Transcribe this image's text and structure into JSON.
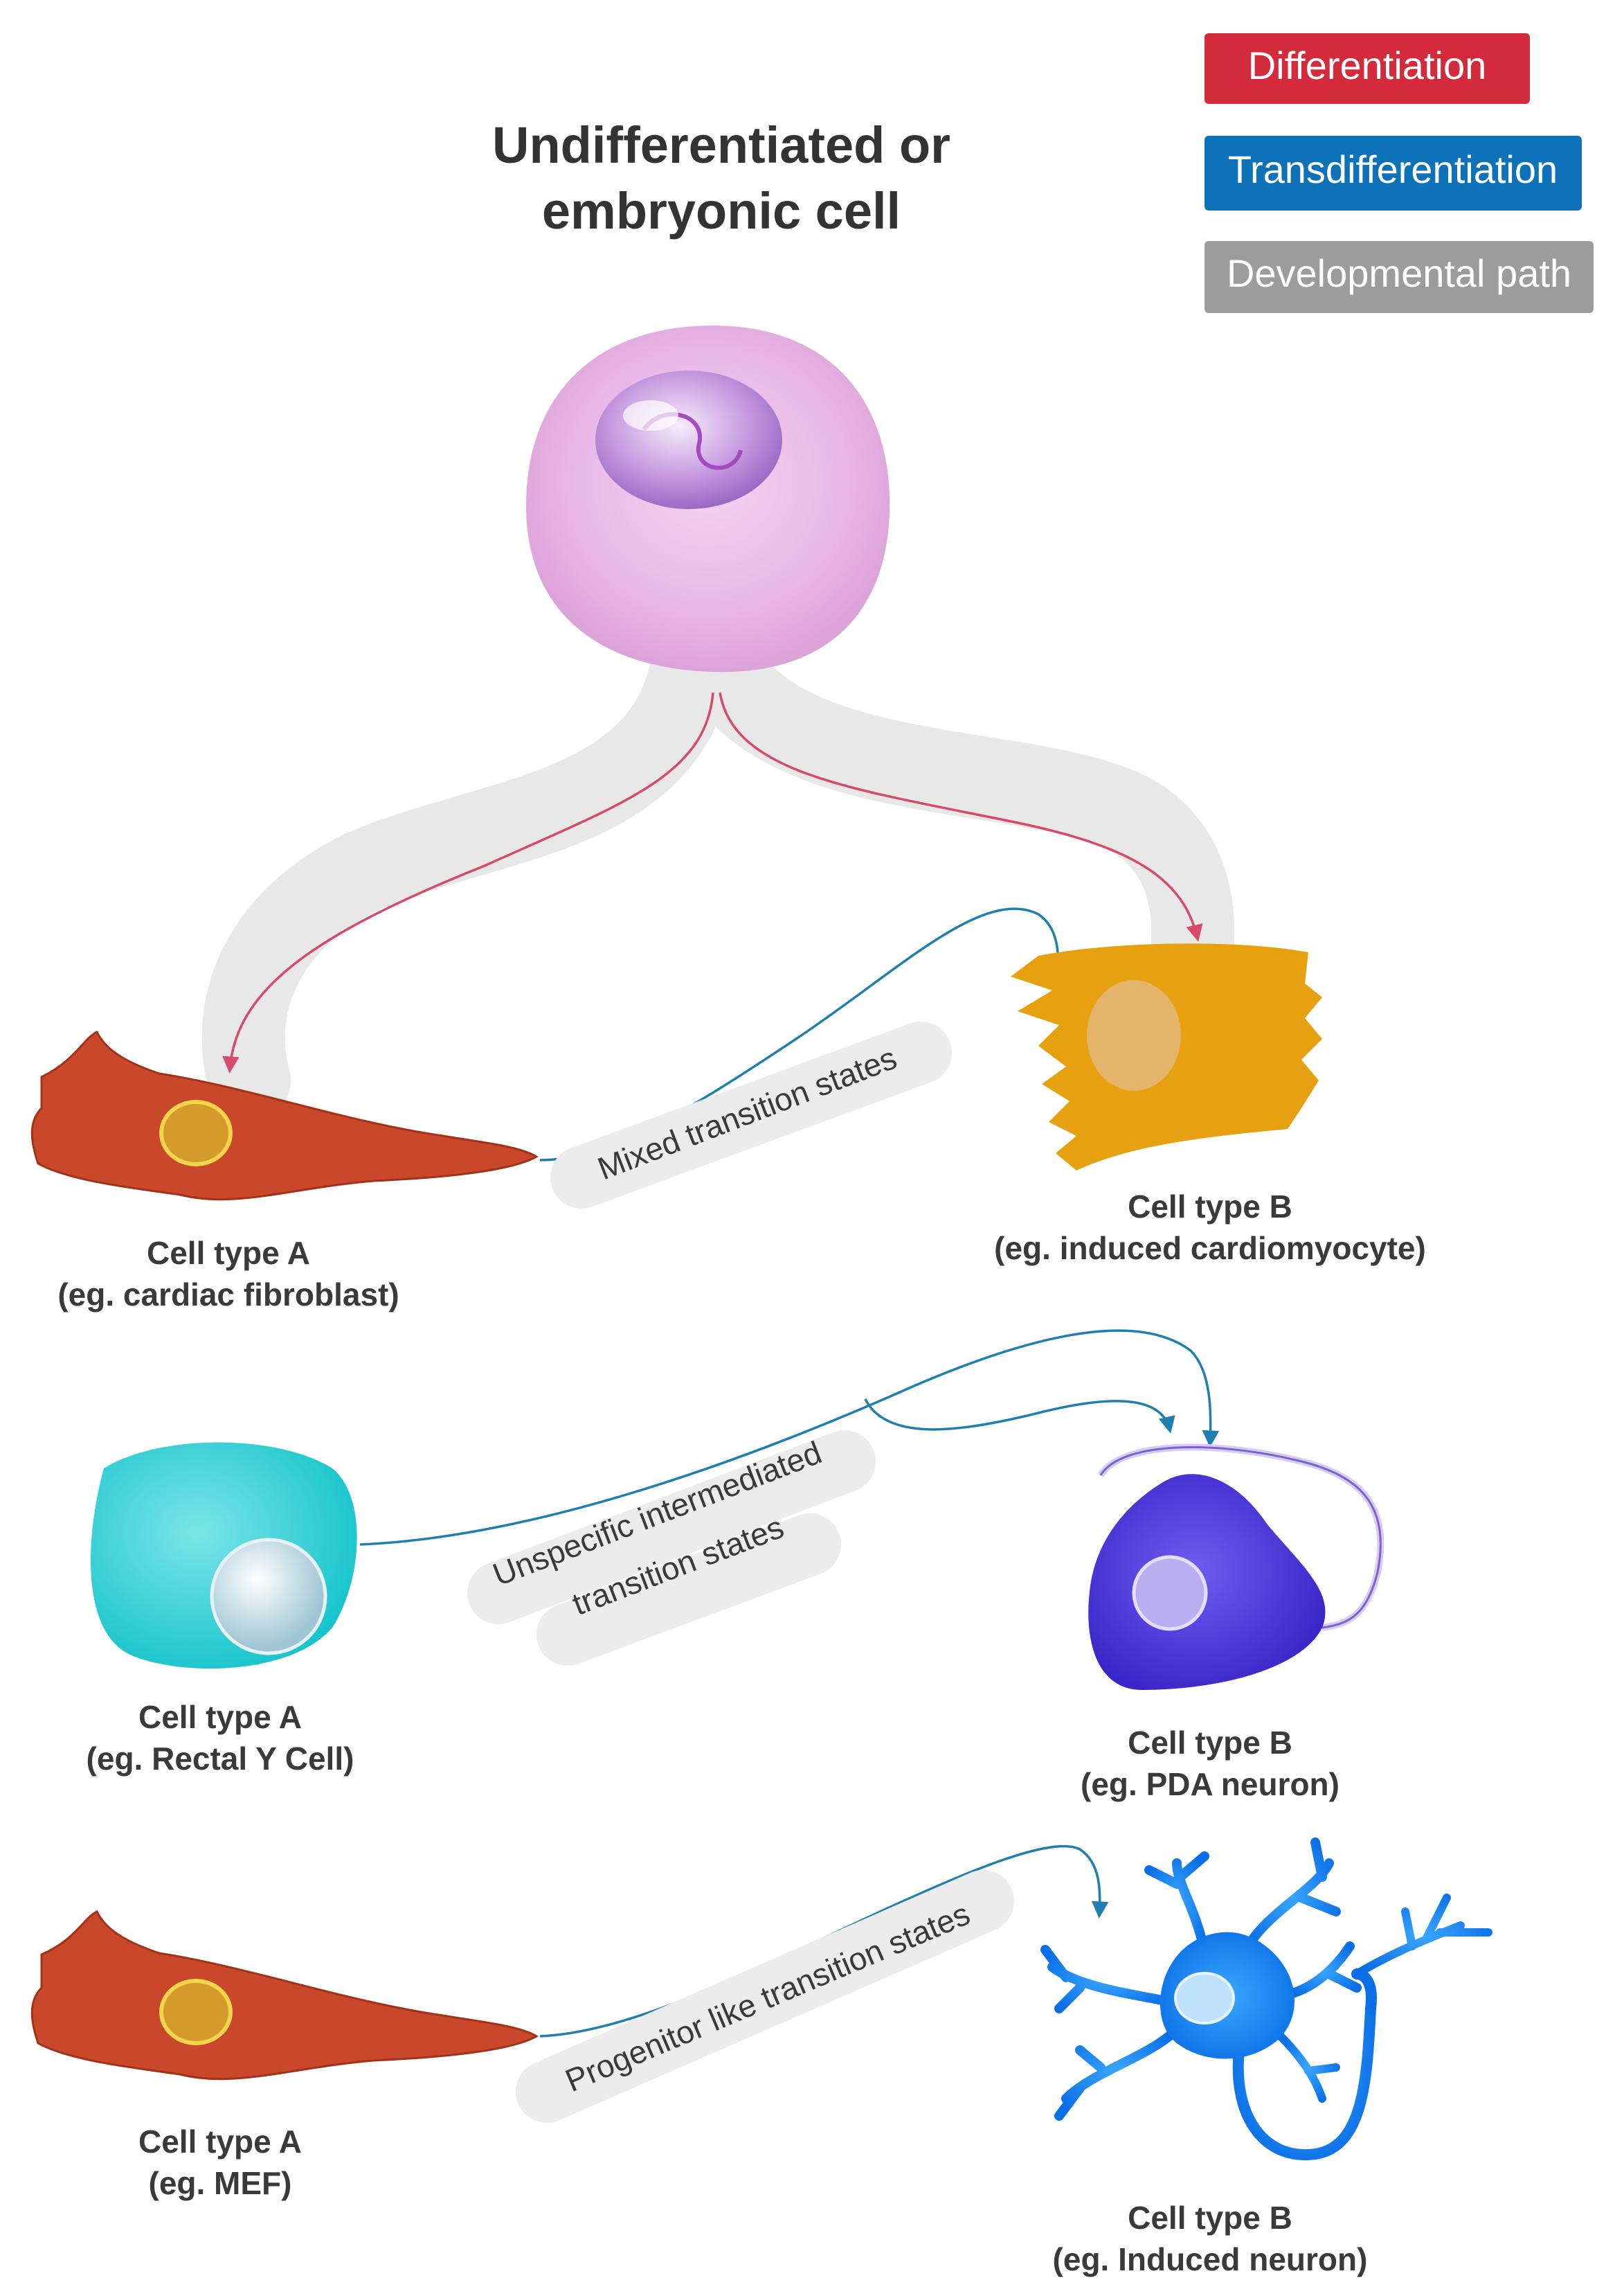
{
  "legend": {
    "differentiation": "Differentiation",
    "transdifferentiation": "Transdifferentiation",
    "developmental_path": "Developmental path",
    "colors": {
      "differentiation": "#d32a3c",
      "transdifferentiation": "#0e72b8",
      "developmental_path": "#9c9c9c"
    }
  },
  "title": {
    "line1": "Undifferentiated or",
    "line2": "embryonic cell"
  },
  "panel1": {
    "cell_a_line1": "Cell type A",
    "cell_a_line2": "(eg. cardiac fibroblast)",
    "cell_b_line1": "Cell type B",
    "cell_b_line2": "(eg. induced cardiomyocyte)",
    "transition_label": "Mixed transition states"
  },
  "panel2": {
    "cell_a_line1": "Cell type A",
    "cell_a_line2": "(eg. Rectal Y Cell)",
    "cell_b_line1": "Cell type B",
    "cell_b_line2": "(eg. PDA neuron)",
    "transition_label_line1": "Unspecific intermediated",
    "transition_label_line2": "transition states"
  },
  "panel3": {
    "cell_a_line1": "Cell type A",
    "cell_a_line2": "(eg. MEF)",
    "cell_b_line1": "Cell type B",
    "cell_b_line2": "(eg. Induced neuron)",
    "transition_label": "Progenitor like transition states"
  }
}
